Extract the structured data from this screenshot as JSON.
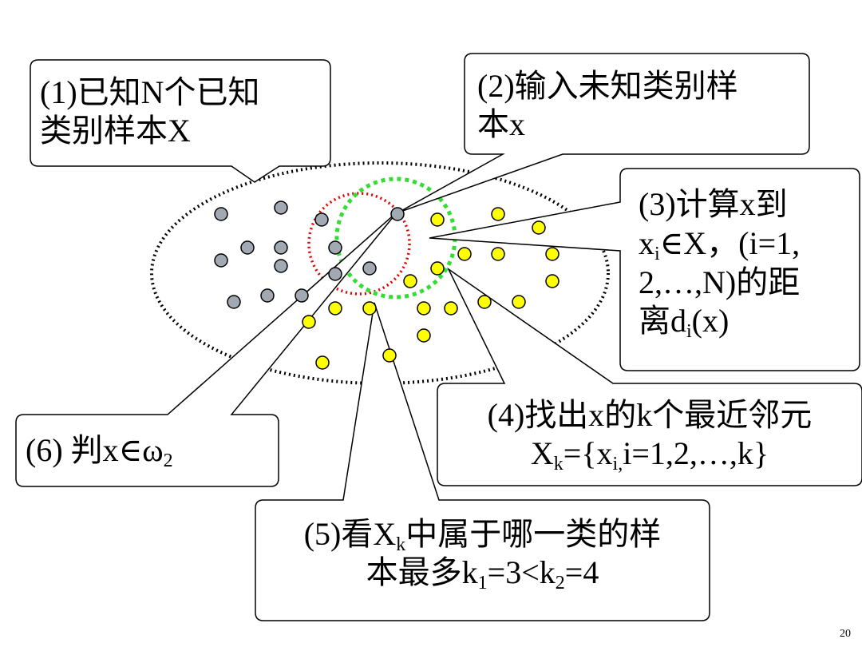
{
  "callouts": {
    "step1": {
      "line1": "(1)已知N个已知",
      "line2": "类别样本X"
    },
    "step2": {
      "line1": "(2)输入未知类别样",
      "line2": "本x"
    },
    "step3": {
      "line1": "(3)计算x到",
      "line2_a": "x",
      "line2_sub": "i",
      "line2_b": "∈X，(i=1,",
      "line3": "2,…,N)的距",
      "line4_a": "离d",
      "line4_sub": "i",
      "line4_b": "(x)"
    },
    "step4": {
      "line1": "(4)找出x的k个最近邻元",
      "line2_a": "X",
      "line2_sub1": "k",
      "line2_b": "={x",
      "line2_sub2": "i,",
      "line2_c": "i=1,2,…,k}"
    },
    "step5": {
      "line1_a": "(5)看X",
      "line1_sub": "k",
      "line1_b": "中属于哪一类的样",
      "line2_a": "本最多k",
      "line2_sub1": "1",
      "line2_b": "=3<k",
      "line2_sub2": "2",
      "line2_c": "=4"
    },
    "step6": {
      "text_a": "(6) 判x∈ω",
      "text_sub": "2"
    }
  },
  "page_number": "20",
  "colors": {
    "class1_point": "#a3a9b3",
    "class2_point": "#ffff00",
    "knn_circle_red": "#e60000",
    "knn_circle_green": "#33dd33",
    "ellipse_border": "#000000"
  }
}
